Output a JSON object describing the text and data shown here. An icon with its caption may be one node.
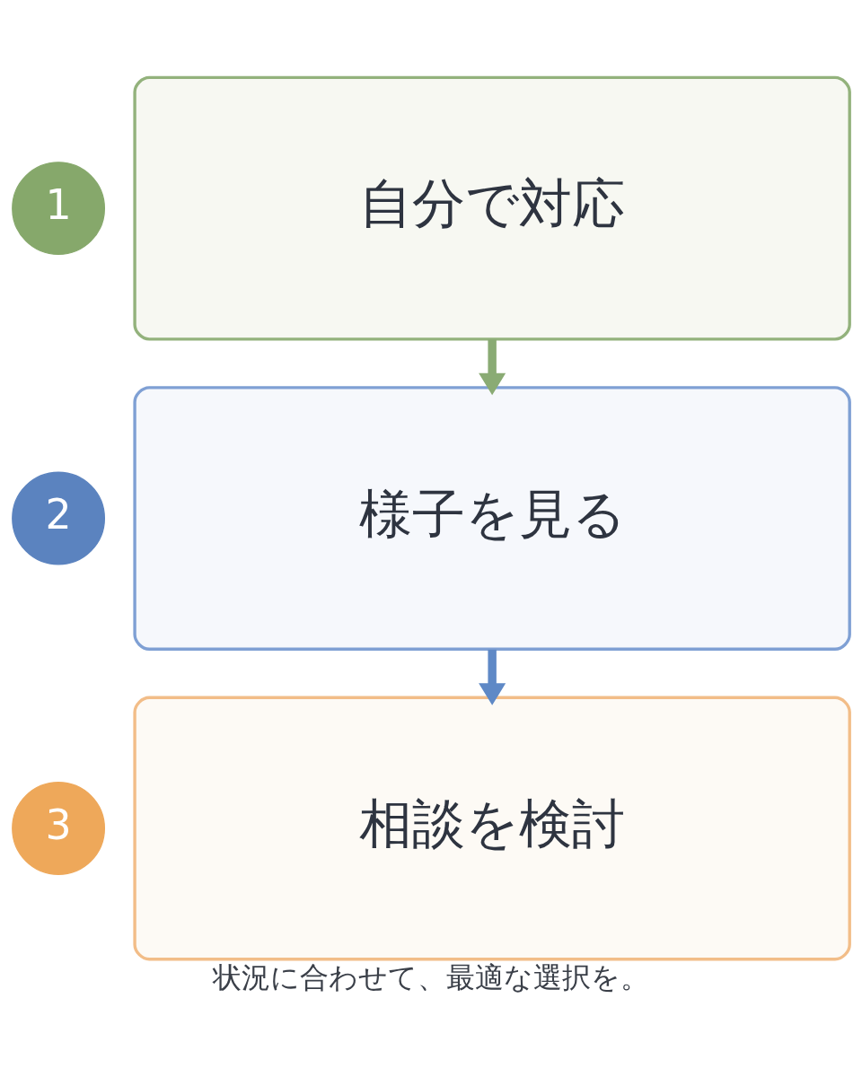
{
  "diagram": {
    "caption": "状況に合わせて、最適な選択を。",
    "nodes": [
      {
        "text": [
          "1"
        ]
      },
      {
        "text": [
          "自分で対応"
        ]
      },
      {
        "text": [
          "2"
        ]
      },
      {
        "text": [
          "様子を見る"
        ]
      },
      {
        "text": [
          "3"
        ]
      },
      {
        "text": [
          "相談を検討"
        ]
      }
    ],
    "edges": [
      {
        "from": 1,
        "to": 3,
        "arrow": "to",
        "color": "#8aab74"
      },
      {
        "from": 3,
        "to": 5,
        "arrow": "to",
        "color": "#5f89c6"
      }
    ]
  }
}
